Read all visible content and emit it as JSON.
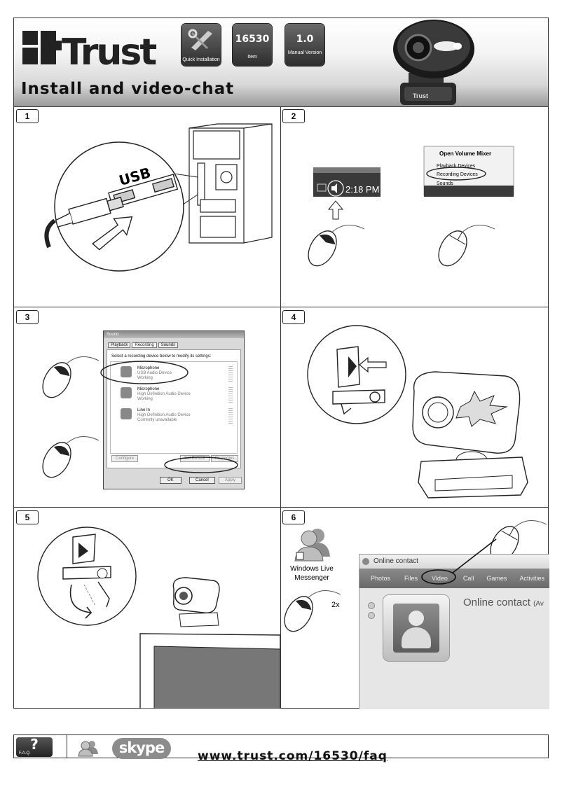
{
  "header": {
    "brand": "Trust",
    "title": "Install and video-chat",
    "badges": [
      {
        "value": "",
        "label": "Quick Installation",
        "icon": "wrench-screwdriver-icon"
      },
      {
        "value": "16530",
        "label": "Item"
      },
      {
        "value": "1.0",
        "label": "Manual Version"
      }
    ],
    "webcam_logo": "Trust"
  },
  "steps": [
    {
      "number": "1",
      "usb_label": "USB"
    },
    {
      "number": "2",
      "clock": "2:18 PM",
      "volume_menu": [
        "Open Volume Mixer",
        "Playback Devices",
        "Recording Devices",
        "Sounds"
      ]
    },
    {
      "number": "3",
      "dialog": {
        "title": "Sound",
        "tabs": [
          "Playback",
          "Recording",
          "Sounds"
        ],
        "instruction": "Select a recording device below to modify its settings:",
        "devices": [
          {
            "name": "Microphone",
            "desc": "USB Audio Device",
            "status": "Working"
          },
          {
            "name": "Microphone",
            "desc": "High Definition Audio Device",
            "status": "Working"
          },
          {
            "name": "Line In",
            "desc": "High Definition Audio Device",
            "status": "Currently unavailable"
          }
        ],
        "configure": "Configure",
        "set_default": "Set Default",
        "properties": "Properties",
        "ok": "OK",
        "cancel": "Cancel",
        "apply": "Apply"
      }
    },
    {
      "number": "4"
    },
    {
      "number": "5"
    },
    {
      "number": "6",
      "messenger_label_1": "Windows Live",
      "messenger_label_2": "Messenger",
      "double_click": "2x",
      "window_title": "Online contact",
      "menu": [
        "Photos",
        "Files",
        "Video",
        "Call",
        "Games",
        "Activities"
      ],
      "contact_name": "Online contact",
      "contact_status": "(Av"
    }
  ],
  "footer": {
    "faq_label": "F.A.Q.",
    "skype": "skype",
    "url": "www.trust.com/16530/faq"
  }
}
